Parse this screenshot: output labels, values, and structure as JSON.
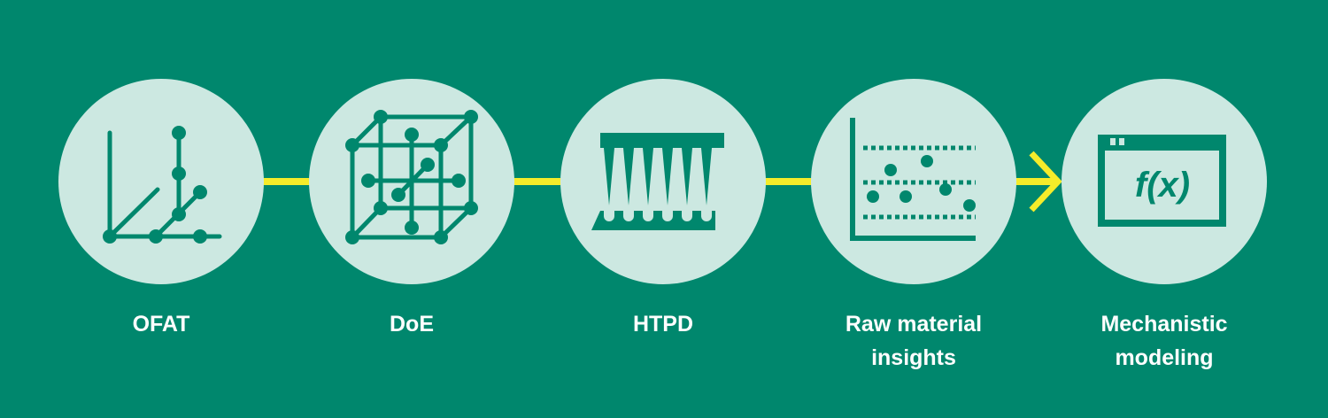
{
  "colors": {
    "background": "#00876d",
    "circle": "#cce8e1",
    "icon": "#00876d",
    "connector": "#f5ec2a",
    "label": "#ffffff"
  },
  "steps": [
    {
      "label_lines": [
        "OFAT"
      ],
      "icon": "ofat-axes-icon"
    },
    {
      "label_lines": [
        "DoE"
      ],
      "icon": "doe-cube-icon"
    },
    {
      "label_lines": [
        "HTPD"
      ],
      "icon": "pipette-plate-icon"
    },
    {
      "label_lines": [
        "Raw material",
        "insights"
      ],
      "icon": "scatter-plot-icon"
    },
    {
      "label_lines": [
        "Mechanistic",
        "modeling"
      ],
      "icon": "function-window-icon"
    }
  ],
  "function_text": "f(x)"
}
